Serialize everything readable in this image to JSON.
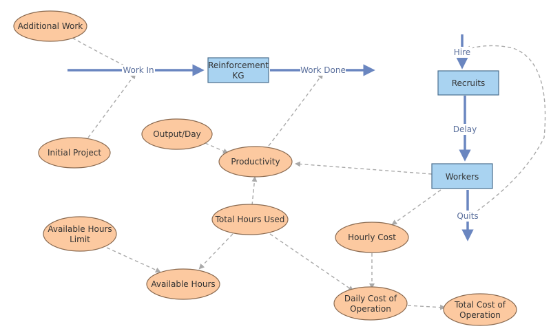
{
  "nodes": {
    "additional_work": "Additional Work",
    "initial_project": "Initial Project",
    "output_day": "Output/Day",
    "productivity": "Productivity",
    "total_hours_used": "Total Hours Used",
    "available_hours_limit_1": "Available Hours",
    "available_hours_limit_2": "Limit",
    "available_hours": "Available Hours",
    "hourly_cost": "Hourly Cost",
    "daily_cost_1": "Daily Cost of",
    "daily_cost_2": "Operation",
    "total_cost_1": "Total Cost of",
    "total_cost_2": "Operation"
  },
  "stocks": {
    "reinforcement_1": "Reinforcement",
    "reinforcement_2": "KG",
    "recruits": "Recruits",
    "workers": "Workers"
  },
  "flows": {
    "work_in": "Work In",
    "work_done": "Work Done",
    "hire": "Hire",
    "delay": "Delay",
    "quits": "Quits"
  },
  "colors": {
    "oval_fill": "#fcc9a0",
    "stock_fill": "#a9d3f1",
    "flow": "#6a86c0",
    "dependency": "#a9a9a9"
  }
}
